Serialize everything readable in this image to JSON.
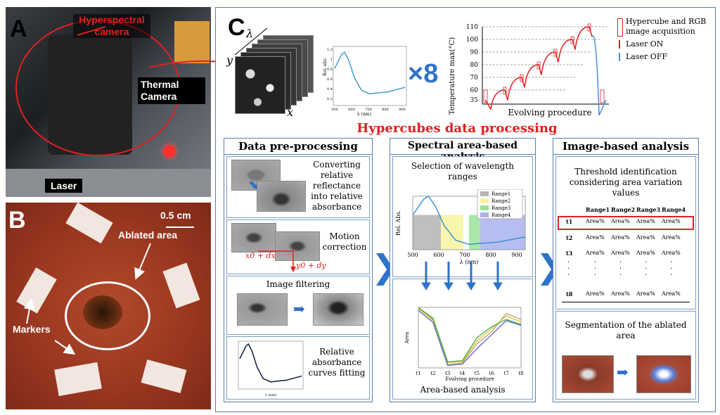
{
  "panelA": {
    "letter": "A",
    "hyperspectral_label": "Hyperspectral\ncamera",
    "thermal_label": "Thermal\nCamera",
    "laser_label": "Laser"
  },
  "panelB": {
    "letter": "B",
    "scale_label": "0.5 cm",
    "ablated_label": "Ablated area",
    "markers_label": "Markers"
  },
  "panelC": {
    "letter": "C",
    "lambda_label": "λ",
    "y_label": "y",
    "x_label": "x",
    "times": "×8",
    "spectrum_ylabel": "Rel. abs.",
    "spectrum_xlabel": "λ (nm)",
    "spectrum_xticks": [
      "500",
      "600",
      "700",
      "800",
      "900"
    ],
    "spectrum_yticks": [
      "1.2",
      "1",
      "0.8",
      "0.6",
      "0.4",
      "0.2"
    ],
    "temp_ylabel": "Temperature max(°C)",
    "temp_yticks": [
      "110",
      "100",
      "90",
      "80",
      "70",
      "60",
      "35"
    ],
    "temp_xlabel": "Evolving procedure",
    "legend": {
      "hypercube": "Hypercube and RGB image acquisition",
      "laser_on": "Laser ON",
      "laser_off": "Laser OFF"
    },
    "title": "Hypercubes data processing"
  },
  "preprocessing": {
    "title": "Data pre-processing",
    "step1": "Converting relative reflectance into relative absorbance",
    "step2": "Motion correction",
    "step3": "Image filtering",
    "step4": "Relative absorbance curves fitting",
    "dx_label": "x0 + dx",
    "dy_label": "y0 + dy",
    "mini_xlabel": "λ (nm)"
  },
  "spectral": {
    "title": "Spectral area-based analysis",
    "selection": "Selection of wavelength ranges",
    "ylabel": "Rel. Abs.",
    "xlabel": "λ (nm)",
    "xticks": [
      "500",
      "600",
      "700",
      "800",
      "900"
    ],
    "ranges": [
      "Range1",
      "Range2",
      "Range3",
      "Range4"
    ],
    "area_ylabel": "Area",
    "area_xlabel": "Evolving procedure",
    "area_xticks": [
      "t1",
      "t2",
      "t3",
      "t4",
      "t5",
      "t6",
      "t7",
      "t8"
    ],
    "area_caption": "Area-based analysis"
  },
  "image_based": {
    "title": "Image-based analysis",
    "threshold": "Threshold identification considering area variation values",
    "columns": [
      "Range1",
      "Range2",
      "Range3",
      "Range4"
    ],
    "rows": [
      {
        "t": "t1",
        "v": [
          "Area%",
          "Area%",
          "Area%",
          "Area%"
        ]
      },
      {
        "t": "t2",
        "v": [
          "Area%",
          "Area%",
          "Area%",
          "Area%"
        ]
      },
      {
        "t": "t3",
        "v": [
          "Area%",
          "Area%",
          "Area%",
          "Area%"
        ]
      },
      {
        "t": "t8",
        "v": [
          "Area%",
          "Area%",
          "Area%",
          "Area%"
        ]
      }
    ],
    "segmentation": "Segmentation of the ablated area"
  },
  "colors": {
    "accent_blue": "#2f73c8",
    "red": "#e02020",
    "range1": "#b4b4b4",
    "range2": "#f7f3a0",
    "range3": "#9be39b",
    "range4": "#a9b3ef"
  }
}
